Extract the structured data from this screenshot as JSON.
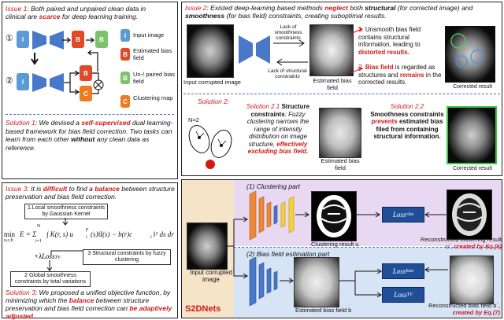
{
  "issue1": {
    "prefix": "Issue 1",
    "text_a": ": Both paired and unpaired clean data in",
    "text_b": "clinical are ",
    "scarce": "scarce",
    "text_c": " for deep learning training."
  },
  "legend": {
    "items": [
      {
        "badge": "I",
        "label": "Input image",
        "color": "#5b9bd5"
      },
      {
        "badge": "B",
        "label": "Estimated bias field",
        "color": "#e04a2a"
      },
      {
        "badge": "B",
        "label": "Un-/ paired bias field",
        "color": "#7cc26b"
      },
      {
        "badge": "C",
        "label": "Clustering map",
        "color": "#f07a22"
      }
    ]
  },
  "flow": {
    "step1": "①",
    "step2": "②",
    "b": "B",
    "c": "C"
  },
  "solution1": {
    "prefix": "Solution 1",
    "text_a": ": We devised a ",
    "selfsup": "self-supervised",
    "text_b": " dual learning-based framework for bias field correction. Two tasks can learn from each other ",
    "without": "without",
    "text_c": " any clean data as reference."
  },
  "issue3": {
    "prefix": "Issue 3",
    "text_a": ": It is ",
    "difficult": "difficult",
    "text_b": " to find a ",
    "balance": "balance",
    "text_c": " between structure preservation and bias field correction."
  },
  "formula": {
    "local_box": "1.Local smoothness constraints by Gaussian Kernel",
    "min": "min",
    "sub": "u,c,b",
    "eq": "E = Σ",
    "sum_top": "N",
    "sum_bot": "i=1",
    "kernel": "∫ K(r, s) u",
    "u_sup": "p",
    "u_sub": "i",
    "rest": "(s)‖I(s) − b(r)c",
    "c_sub": "i",
    "tail": "‖² ds dr",
    "tv": "+λLoss",
    "tv_sub": "TV",
    "struct_box": "3 Structural constraints by fuzzy clustering",
    "global_box": "2 Global smoothness constraints by total variations"
  },
  "solution3": {
    "prefix": "Solution 3",
    "text_a": ": We proposed a unified objective function, by minimizing which the ",
    "balance": "balance",
    "text_b": " between structure preservation and bias field correction can ",
    "adaptive": "be adaptively adjusted."
  },
  "issue2": {
    "prefix": "Issue 2",
    "text_a": ": Existed deep-learning based methods ",
    "neglect": "neglect",
    "text_b": " both ",
    "structural": "structural",
    "text_c": " (for corrected image) and ",
    "smoothness": "smoothness",
    "text_d": " (for bias field) constraints, creating suboptimal results."
  },
  "issue2_fig": {
    "input_label": "Input corrupted image",
    "lack_smooth": "Lack of smoothness constraints",
    "lack_struct": "Lack of structural constraints",
    "est_label": "Estimated bias field",
    "corrected_label": "Corrected result",
    "note1_num": "1.",
    "note1_a": " Unsmooth bias field contains structural information, leading to ",
    "note1_red": "distorted results.",
    "note2_num": "2.",
    "note2_red": "Bias field",
    "note2_a": " is regarded as structures and ",
    "note2_red2": "remains",
    "note2_b": " in the corrected results."
  },
  "solution2": {
    "prefix": "Solution 2",
    "suffix": ":",
    "s21_prefix": "Solution 2.1",
    "s21_title": "Structure constraints",
    "s21_text": ": Fuzzy clustering narrows the range of intensity distribution on image structure, ",
    "s21_red": "effectively excluding bias field.",
    "n_label": "N=2",
    "est_label": "Estimated bias field",
    "s22_prefix": "Solution 2.2",
    "s22_title": "Smoothness constraints",
    "s22_red1": "prevents",
    "s22_text": " estimated bias filed from containing structural information.",
    "corrected_label": "Corrected result"
  },
  "network": {
    "name": "S2DNets",
    "part1": "(1) Clustering part",
    "part2": "(2) Bias field estimation part",
    "input_label": "Input corrupted image",
    "cluster_label": "Clustering result u",
    "recon_cluster": "Reconstructed clustering result",
    "recon_cluster_sym": "u`, ",
    "recon_cluster_red": "created by Eq.(6)",
    "est_bias": "Estimated bias field b",
    "recon_bias": "Reconstructed bias field b`,",
    "recon_bias_red": "created by Eq.(7)",
    "loss_clus": "Loss",
    "loss_clus_sub": "clus",
    "loss_bias": "Loss",
    "loss_bias_sub": "bias",
    "loss_tv": "Loss",
    "loss_tv_sub": "TV"
  },
  "colors": {
    "accent_red": "#d01818",
    "encoder_blue": "#4a78c8",
    "decoder_orange": "#e88a3a",
    "net_purple_bg": "#e9d8f2",
    "net_blue_bg": "#d6e4f6",
    "loss_blue": "#1f4f96"
  }
}
